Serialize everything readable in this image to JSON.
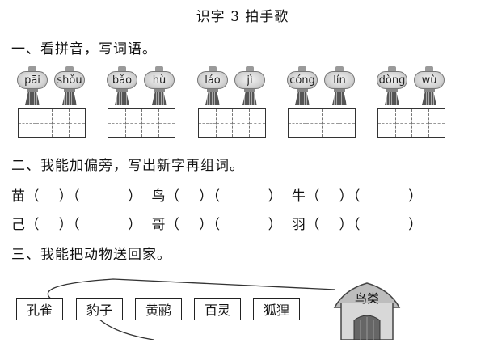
{
  "title": "识字 3  拍手歌",
  "section1": {
    "heading": "一、看拼音，写词语。",
    "words": [
      {
        "syllables": [
          "pāi",
          "shǒu"
        ]
      },
      {
        "syllables": [
          "bǎo",
          "hù"
        ]
      },
      {
        "syllables": [
          "láo",
          "jì"
        ]
      },
      {
        "syllables": [
          "cóng",
          "lín"
        ]
      },
      {
        "syllables": [
          "dòng",
          "wù"
        ]
      }
    ]
  },
  "section2": {
    "heading": "二、我能加偏旁，写出新字再组词。",
    "rows": [
      "苗（    ）（          ）  鸟（    ）（          ）  牛（    ）（          ）",
      "己（    ）（          ）  哥（    ）（          ）  羽（    ）（          ）"
    ]
  },
  "section3": {
    "heading": "三、我能把动物送回家。",
    "animals": [
      "孔雀",
      "豹子",
      "黄鹂",
      "百灵",
      "狐狸"
    ],
    "house_label": "鸟类"
  }
}
